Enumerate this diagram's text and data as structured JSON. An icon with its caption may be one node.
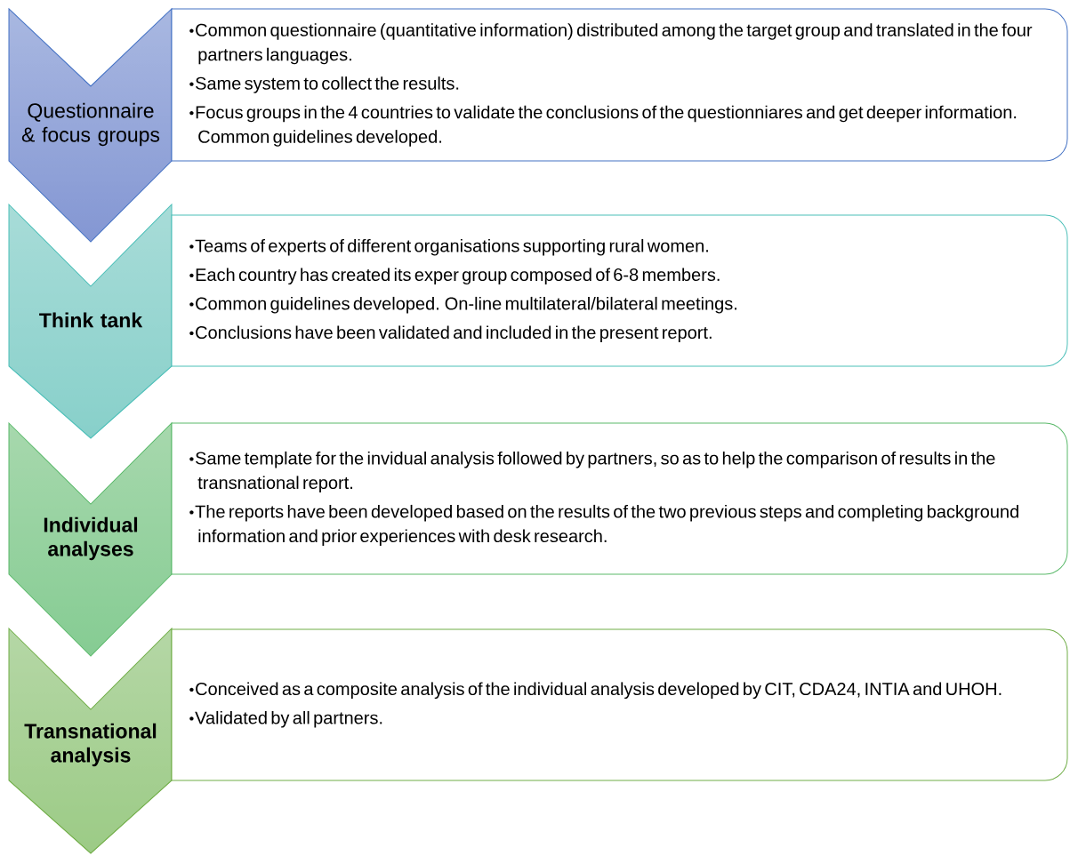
{
  "diagram": {
    "nodes": [
      {
        "text": [
          "Questionnaire & focus groups"
        ]
      },
      {
        "text": [
          "Common questionnaire (quantitative information) distributed among the target group and translated in the four partners languages.",
          "Same system to collect the results.",
          "Focus groups in the 4 countries to validate the conclusions of the questionniares and get deeper information. Common guidelines developed."
        ]
      },
      {
        "text": [
          "Think tank"
        ]
      },
      {
        "text": [
          "Teams of experts of different organisations supporting rural women.",
          "Each country has created its exper group composed of 6-8 members.",
          "Common guidelines developed. On-line multilateral/bilateral meetings.",
          "Conclusions have been validated and included in the present report."
        ]
      },
      {
        "text": [
          "Individual analyses"
        ]
      },
      {
        "text": [
          "Same template for the invidual analysis followed by partners, so as to help the comparison of results in the transnational report.",
          "The reports have been developed based on the results of the two previous steps and completing background information and prior experiences with desk research."
        ]
      },
      {
        "text": [
          "Transnational analysis"
        ]
      },
      {
        "text": [
          "Conceived as a composite analysis of the individual analysis developed by CIT, CDA24, INTIA and UHOH.",
          "Validated by all partners."
        ]
      }
    ]
  }
}
